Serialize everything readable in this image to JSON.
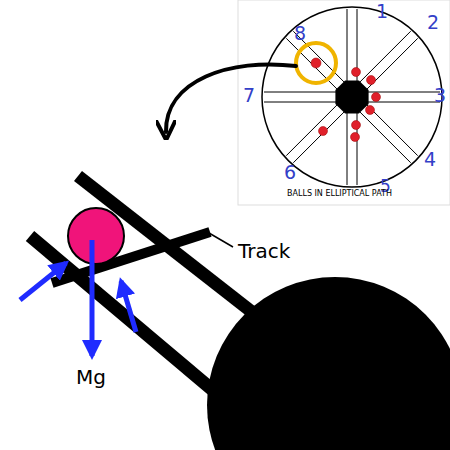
{
  "diagram": {
    "labels": [
      "1",
      "2",
      "3",
      "4",
      "5",
      "6",
      "7",
      "8",
      "BALLS IN ELLIPTICAL PATH",
      "Track",
      "Mg"
    ]
  }
}
